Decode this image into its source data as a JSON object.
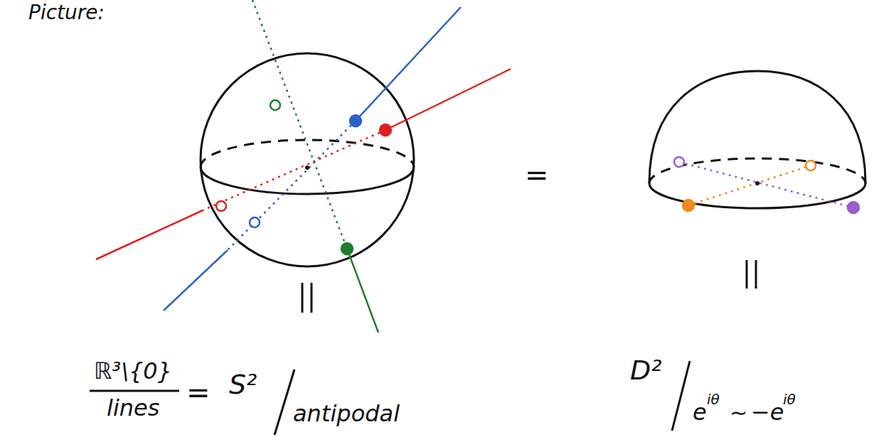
{
  "diagram": {
    "labels": [
      "Picture:",
      "=",
      "ℝ³\\{0}",
      "lines",
      "=",
      "S²",
      "antipodal",
      "D²",
      "e",
      "iθ",
      "∼",
      "−e",
      "iθ"
    ]
  }
}
